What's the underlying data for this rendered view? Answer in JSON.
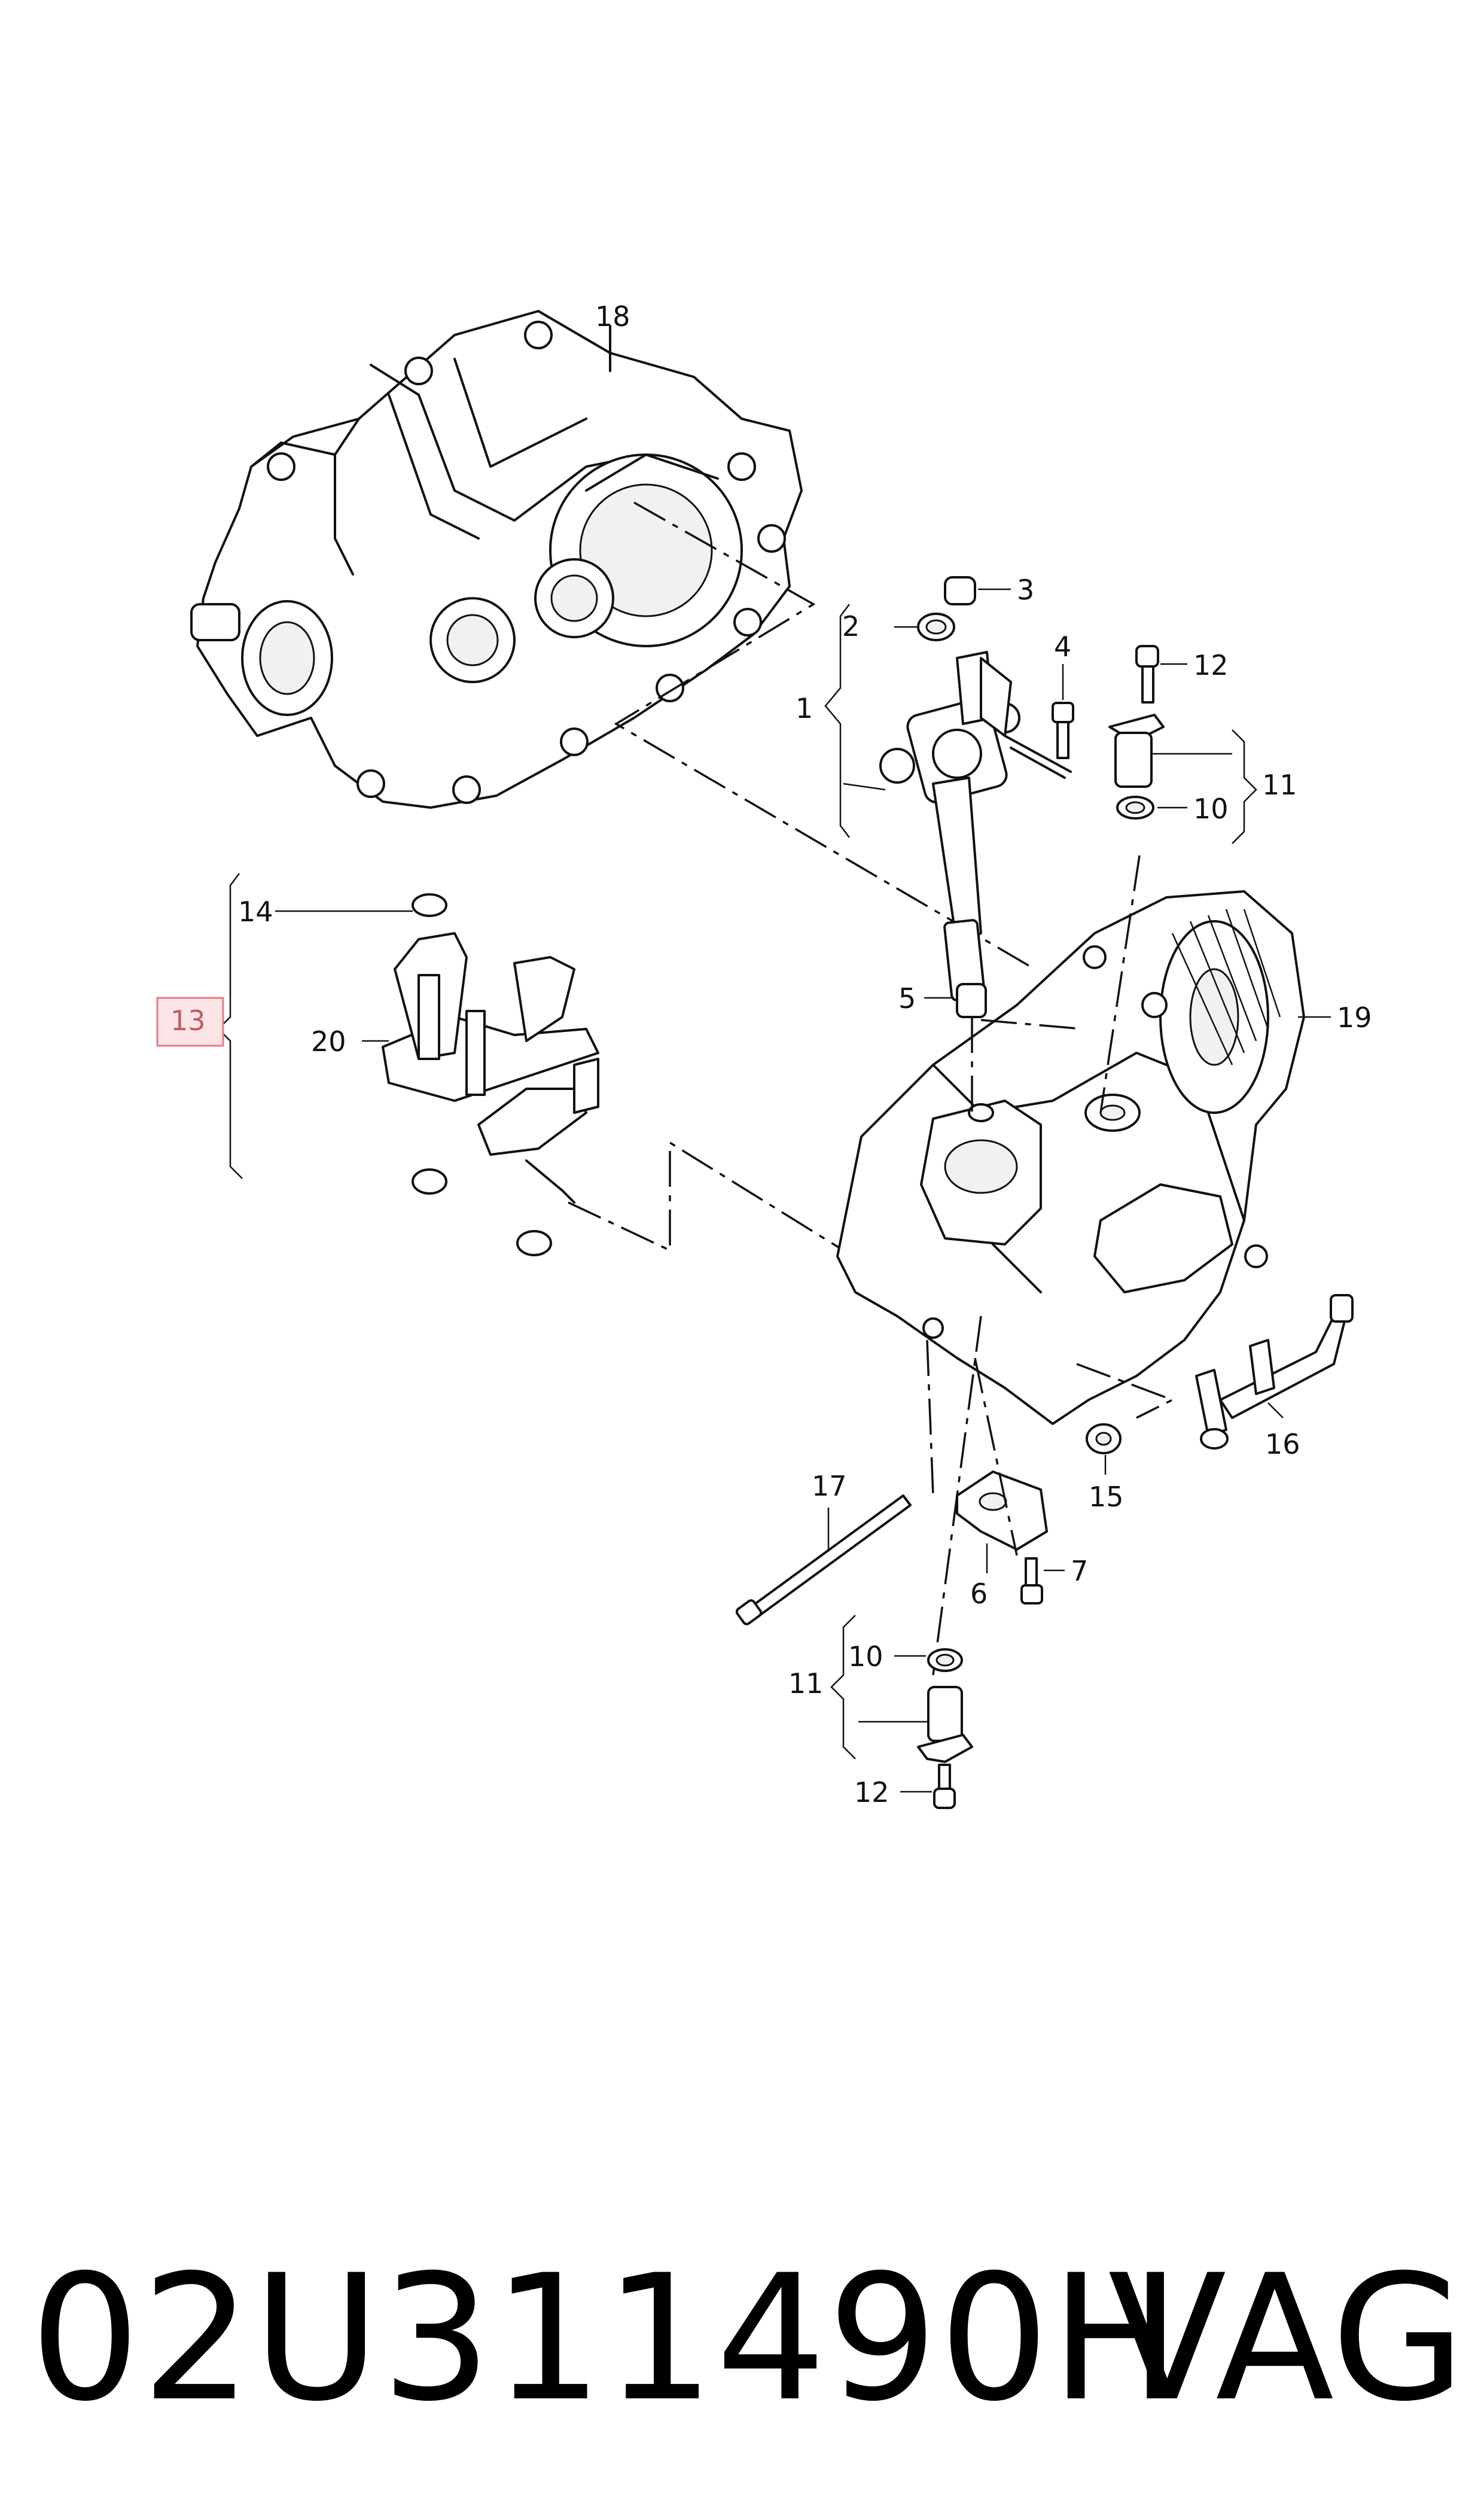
{
  "footer": {
    "part_number": "02U311490H",
    "brand": "VAG"
  },
  "callouts": {
    "c1": "1",
    "c2": "2",
    "c3": "3",
    "c4": "4",
    "c5": "5",
    "c6": "6",
    "c7": "7",
    "c10a": "10",
    "c10b": "10",
    "c11a": "11",
    "c11b": "11",
    "c12a": "12",
    "c12b": "12",
    "c13": "13",
    "c14": "14",
    "c15": "15",
    "c16": "16",
    "c17": "17",
    "c18": "18",
    "c19": "19",
    "c20": "20"
  },
  "colors": {
    "highlight_fill": "#fde4e6",
    "highlight_stroke": "#e57b85"
  }
}
